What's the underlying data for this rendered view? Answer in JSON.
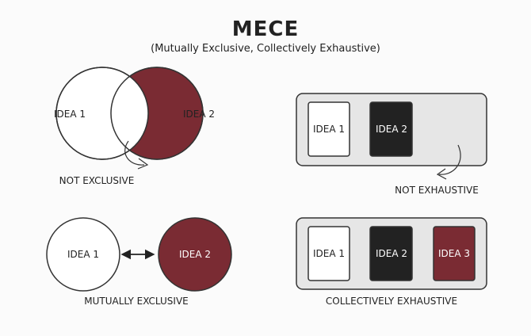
{
  "title": "MECE",
  "subtitle": "(Mutually Exclusive, Collectively Exhaustive)",
  "colors": {
    "maroon": "#7a2b33",
    "black": "#222222",
    "panel": "#e6e6e6",
    "stroke": "#333333",
    "white": "#ffffff"
  },
  "quadrants": {
    "not_exclusive": {
      "caption": "NOT EXCLUSIVE",
      "idea1": "IDEA 1",
      "idea2": "IDEA 2"
    },
    "not_exhaustive": {
      "caption": "NOT EXHAUSTIVE",
      "idea1": "IDEA 1",
      "idea2": "IDEA 2"
    },
    "mutually_exclusive": {
      "caption": "MUTUALLY EXCLUSIVE",
      "idea1": "IDEA 1",
      "idea2": "IDEA 2"
    },
    "collectively_exhaustive": {
      "caption": "COLLECTIVELY EXHAUSTIVE",
      "idea1": "IDEA 1",
      "idea2": "IDEA 2",
      "idea3": "IDEA 3"
    }
  }
}
